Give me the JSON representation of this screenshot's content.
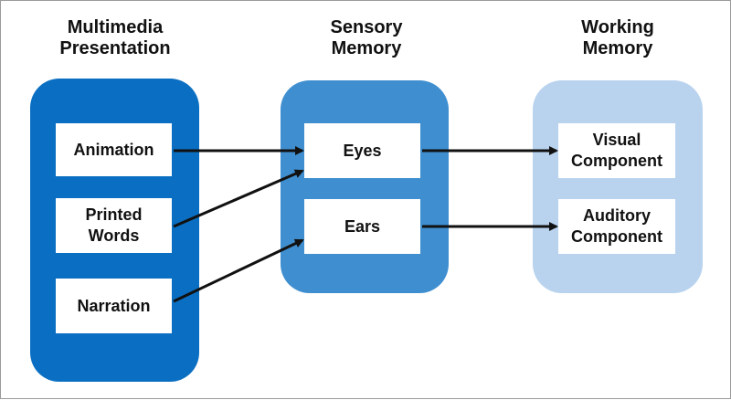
{
  "headings": {
    "multimedia": [
      "Multimedia",
      "Presentation"
    ],
    "sensory": [
      "Sensory",
      "Memory"
    ],
    "working": [
      "Working",
      "Memory"
    ]
  },
  "boxes": {
    "animation": [
      "Animation"
    ],
    "printed_words": [
      "Printed",
      "Words"
    ],
    "narration": [
      "Narration"
    ],
    "eyes": [
      "Eyes"
    ],
    "ears": [
      "Ears"
    ],
    "visual_component": [
      "Visual",
      "Component"
    ],
    "auditory_component": [
      "Auditory",
      "Component"
    ]
  },
  "connections": [
    {
      "from": "animation",
      "to": "eyes"
    },
    {
      "from": "printed_words",
      "to": "eyes"
    },
    {
      "from": "narration",
      "to": "ears"
    },
    {
      "from": "eyes",
      "to": "visual_component"
    },
    {
      "from": "ears",
      "to": "auditory_component"
    }
  ],
  "colors": {
    "multimedia_group": "#0a6fc2",
    "sensory_group": "#3f8fd0",
    "working_group": "#b9d3ef",
    "box_fill": "#ffffff",
    "arrow": "#111111",
    "text": "#111111"
  }
}
